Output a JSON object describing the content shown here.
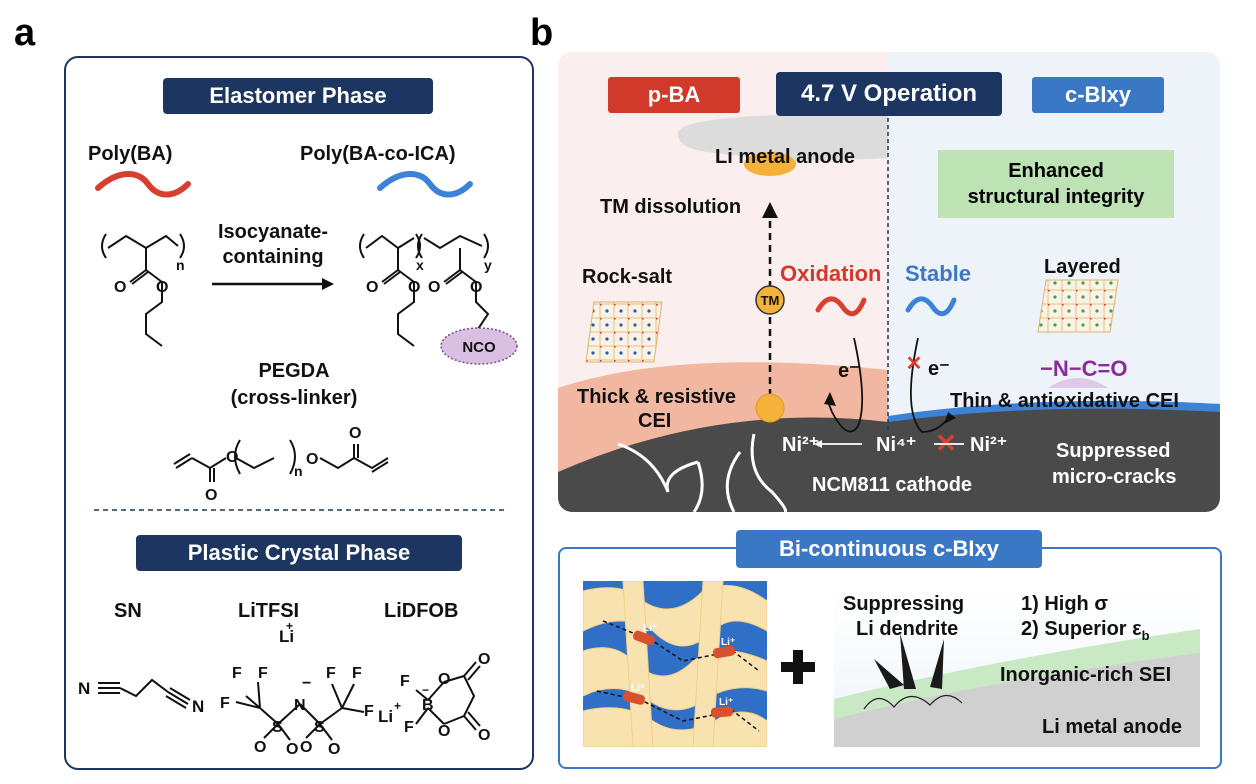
{
  "panel_a": {
    "letter": "a",
    "elastomer_title": "Elastomer Phase",
    "poly_ba": "Poly(BA)",
    "poly_ba_co_ica": "Poly(BA-co-ICA)",
    "sub_n": "n",
    "sub_x": "x",
    "sub_y": "y",
    "arrow_label_1": "Isocyanate-",
    "arrow_label_2": "containing",
    "nco": "NCO",
    "pegda": "PEGDA",
    "crosslinker": "(cross-linker)",
    "o": "O",
    "plastic_title": "Plastic Crystal Phase",
    "sn": "SN",
    "litfsi": "LiTFSI",
    "lidfob": "LiDFOB",
    "n_atom": "N",
    "f_atom": "F",
    "s_atom": "S",
    "b_atom": "B",
    "li_plus": "Li+",
    "li": "Li",
    "plus": "+",
    "minus": "−"
  },
  "panel_b": {
    "letter": "b",
    "p_ba": "p-BA",
    "operation": "4.7 V Operation",
    "c_blxy": "c-BIxy",
    "li_anode": "Li metal anode",
    "enhanced_1": "Enhanced",
    "enhanced_2": "structural integrity",
    "tm_dissolution": "TM dissolution",
    "rock_salt": "Rock-salt",
    "oxidation": "Oxidation",
    "stable": "Stable",
    "layered": "Layered",
    "tm": "TM",
    "electron": "e⁻",
    "thick_cei_1": "Thick & resistive",
    "thick_cei_2": "CEI",
    "ncn": "−N−C=O",
    "thin_cei": "Thin & antioxidative CEI",
    "ni2_left": "Ni²⁺",
    "ni4": "Ni⁴⁺",
    "ni2_right": "Ni²⁺",
    "cathode": "NCM811 cathode",
    "suppressed_1": "Suppressed",
    "suppressed_2": "micro-cracks"
  },
  "bicontinuous": {
    "title": "Bi-continuous c-BIxy",
    "li_plus": "Li⁺",
    "suppressing_1": "Suppressing",
    "suppressing_2": "Li dendrite",
    "high_sigma": "1) High σ",
    "superior_1": "2) Superior ε",
    "superior_sub": "b",
    "sei": "Inorganic-rich SEI",
    "li_anode": "Li metal anode"
  },
  "colors": {
    "navy": "#1c3661",
    "red_label": "#d13a2a",
    "blue_label": "#3a78c6",
    "wave_red": "#d7402e",
    "wave_blue": "#3c82d6",
    "green_box": "#bde3b4",
    "cei_pink": "#f2b7a0",
    "cathode_gray": "#4a4a4a",
    "gold": "#f5b23a",
    "purple": "#8a2c9c"
  }
}
